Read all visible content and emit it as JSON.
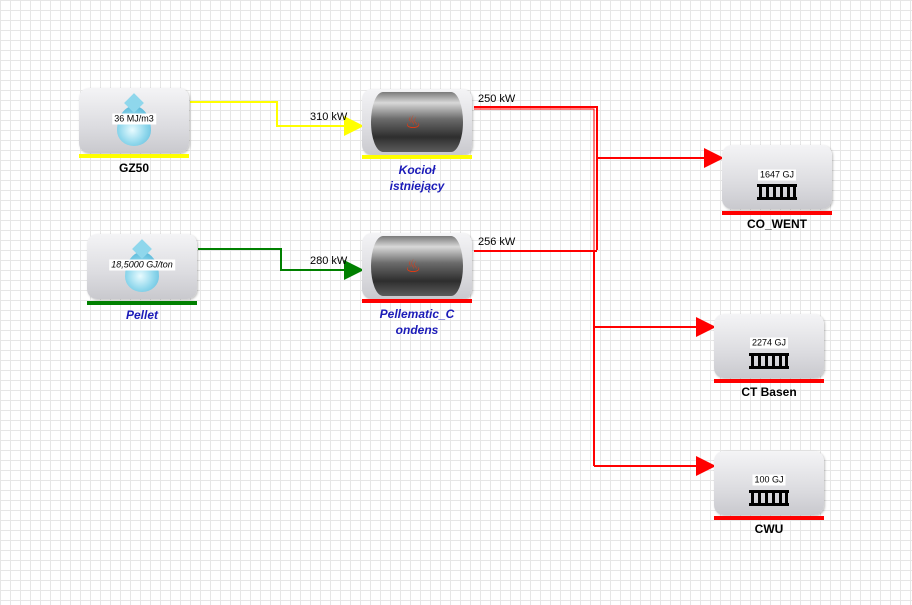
{
  "sources": [
    {
      "name": "GZ50",
      "value": "36 MJ/m3",
      "color": "#ffff00",
      "italic": false
    },
    {
      "name": "Pellet",
      "value": "18,5000 GJ/ton",
      "color": "#008000",
      "italic": true
    }
  ],
  "boilers": [
    {
      "name_line1": "Kocioł",
      "name_line2": "istniejący",
      "bar_color": "#ffff00",
      "input_flow": "310 kW",
      "output_flow": "250 kW"
    },
    {
      "name_line1": "Pellematic_C",
      "name_line2": "ondens",
      "bar_color": "#ff0000",
      "input_flow": "280 kW",
      "output_flow": "256 kW"
    }
  ],
  "consumers": [
    {
      "name": "CO_WENT",
      "value": "1647 GJ"
    },
    {
      "name": "CT Basen",
      "value": "2274 GJ"
    },
    {
      "name": "CWU",
      "value": "100 GJ"
    }
  ],
  "colors": {
    "gas_line": "#ffff00",
    "pellet_line": "#008000",
    "heat_line": "#ff0000",
    "italic_label": "#1b1bb8"
  },
  "icons": {
    "source": "water-drop-icon",
    "boiler": "boiler-flame-icon",
    "consumer": "radiator-icon"
  }
}
